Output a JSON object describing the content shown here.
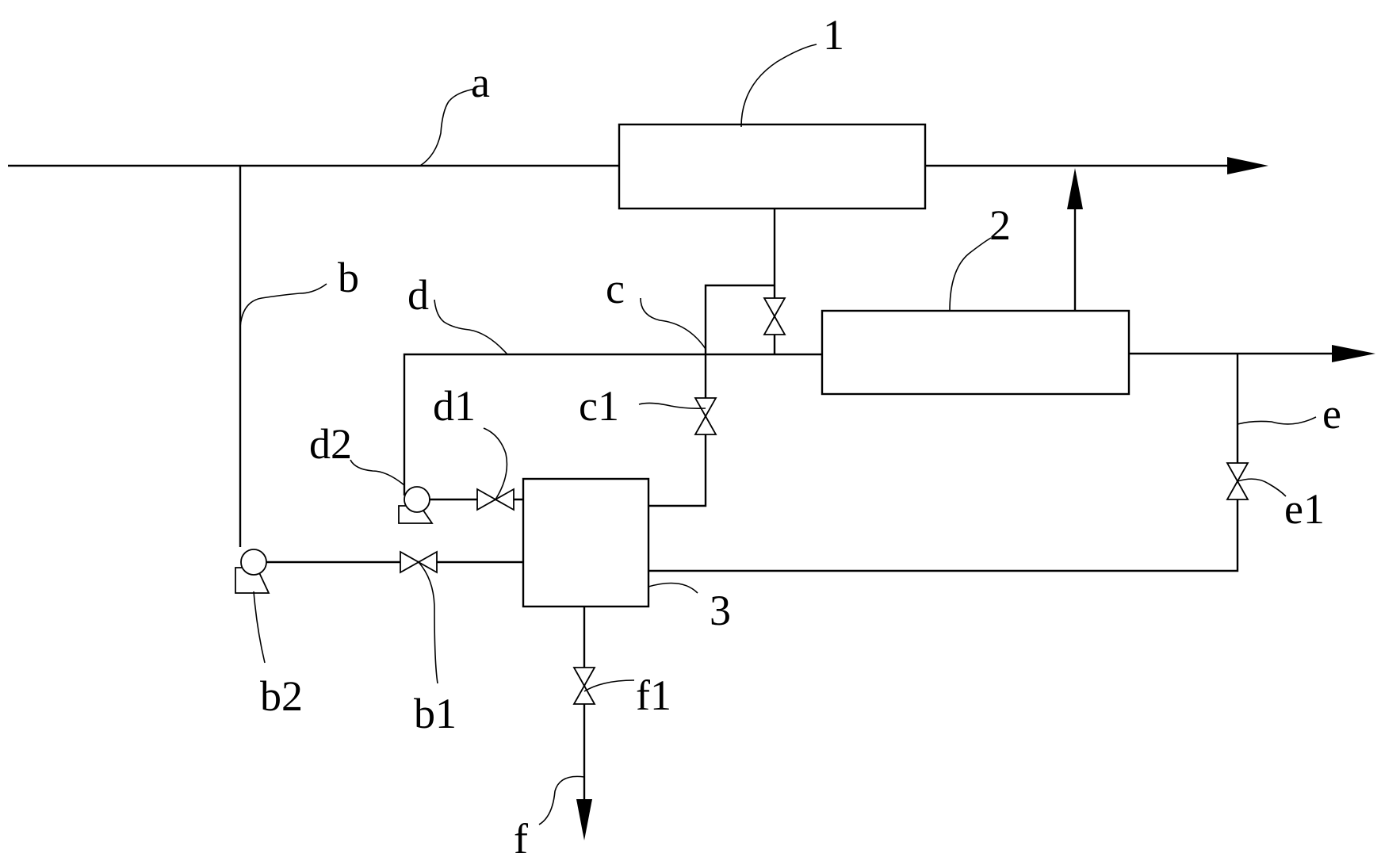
{
  "labels": {
    "unit_1": "1",
    "unit_2": "2",
    "unit_3": "3",
    "line_a": "a",
    "line_b": "b",
    "line_c": "c",
    "line_d": "d",
    "line_e": "e",
    "line_f": "f",
    "valve_b1": "b1",
    "pump_b2": "b2",
    "valve_c1": "c1",
    "valve_d1": "d1",
    "pump_d2": "d2",
    "valve_e1": "e1",
    "valve_f1": "f1"
  }
}
